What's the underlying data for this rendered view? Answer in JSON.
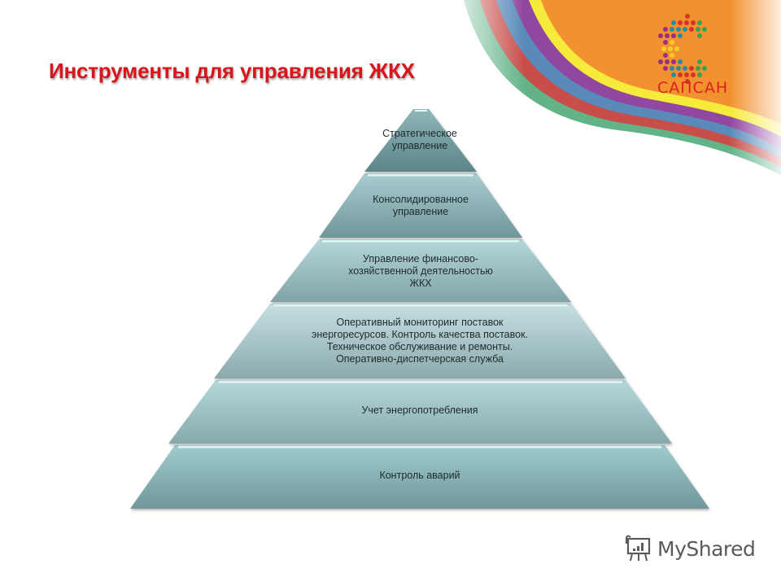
{
  "slide": {
    "title": "Инструменты для управления ЖКХ",
    "title_color": "#d9141a",
    "background_color": "#ffffff",
    "accent_orange": "#f39130"
  },
  "logo": {
    "text": "САПСАН",
    "text_color": "#d9231c",
    "icon": "dotted-c-icon",
    "dot_colors": [
      "#d8332a",
      "#2f8a9e",
      "#9b2f86",
      "#3aa04a",
      "#f5d02a"
    ]
  },
  "decoration": {
    "wave_colors": [
      "#2f9a62",
      "#e0343a",
      "#3d9ad6",
      "#9b3a9a",
      "#f6ea3a",
      "#f39130"
    ]
  },
  "pyramid": {
    "fill_top": "#5f8a8e",
    "fill_bottom": "#a9d2d6",
    "layers": [
      {
        "label": "Стратегическое\nуправление"
      },
      {
        "label": "Консолидированное\nуправление"
      },
      {
        "label": "Управление финансово-\nхозяйственной деятельностью\nЖКХ"
      },
      {
        "label": "Оперативный мониторинг поставок\nэнергоресурсов. Контроль качества поставок.\nТехническое обслуживание и ремонты.\nОперативно-диспетчерская служба"
      },
      {
        "label": "Учет энергопотребления"
      },
      {
        "label": "Контроль аварий"
      }
    ]
  },
  "watermark": {
    "text": "MyShared",
    "icon": "presentation-board-icon"
  }
}
